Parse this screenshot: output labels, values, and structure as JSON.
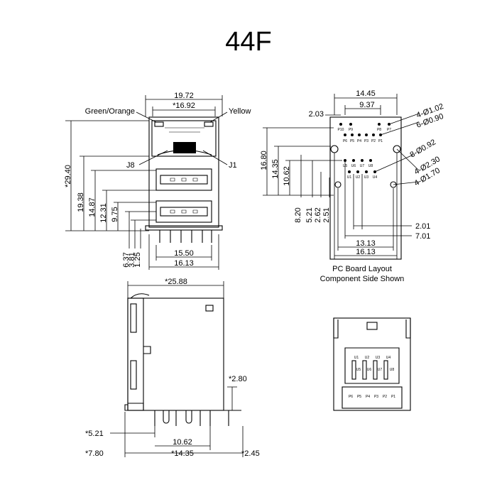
{
  "title": "44F",
  "front_view": {
    "top_dim_outer": "19.72",
    "top_dim_inner": "*16.92",
    "led_left": "Green/Orange",
    "led_right": "Yellow",
    "label_j8": "J8",
    "label_j1": "J1",
    "height_total": "*29.40",
    "h1": "19.38",
    "h2": "14.87",
    "h3": "12.31",
    "h4": "9.75",
    "h5": "6.37",
    "h6": "3.81",
    "h7": "1.25",
    "w_inner": "15.50",
    "w_outer": "16.13"
  },
  "pcb_layout": {
    "top_width": "14.45",
    "offset_a": "9.37",
    "offset_b": "2.03",
    "hole_small_a": "4-Ø1.02",
    "hole_small_b": "6-Ø0.90",
    "hole_mid": "8-Ø0.92",
    "hole_large_a": "4-Ø2.30",
    "hole_large_b": "4-Ø1.70",
    "v_total": "16.80",
    "v_a": "14.35",
    "v_b": "10.62",
    "v_c": "8.20",
    "v_d": "5.21",
    "v_e": "2.62",
    "v_f": "2.51",
    "r_a": "2.01",
    "r_b": "7.01",
    "bot_inner": "13.13",
    "bot_outer": "16.13",
    "caption_line1": "PC Board Layout",
    "caption_line2": "Component Side Shown",
    "pins_top": [
      "P10",
      "P9",
      "P8",
      "P7"
    ],
    "pins_top2": [
      "P6",
      "P5",
      "P4",
      "P3",
      "P2",
      "P1"
    ],
    "pins_u_top": [
      "U1",
      "U2",
      "U3",
      "U4"
    ],
    "pins_u_bot": [
      "U5",
      "U6",
      "U7",
      "U8"
    ]
  },
  "side_view": {
    "depth": "*25.88",
    "height": "*2.80",
    "d1": "*5.21",
    "d2": "10.62",
    "d3": "*7.80",
    "d4": "*14.35",
    "d5": "*2.45"
  },
  "bottom_view": {
    "u_top": [
      "U1",
      "U2",
      "U3",
      "U4"
    ],
    "u_bot": [
      "U5",
      "U6",
      "U7",
      "U8"
    ],
    "p_row": [
      "P6",
      "P5",
      "P4",
      "P3",
      "P2",
      "P1"
    ]
  }
}
